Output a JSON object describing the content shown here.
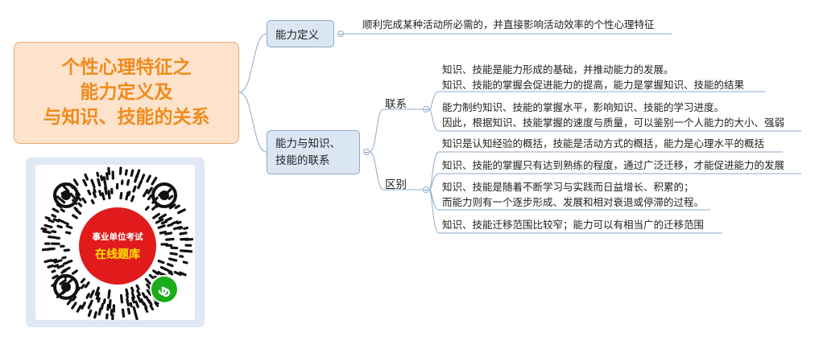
{
  "central_topic": {
    "lines": [
      "个性心理特征之",
      "能力定义及",
      "与知识、技能的关系"
    ]
  },
  "branches": {
    "definition": {
      "label": "能力定义",
      "text": "顺利完成某种活动所必需的，并直接影响活动效率的个性心理特征"
    },
    "relation": {
      "label_lines": [
        "能力与知识、",
        "技能的联系"
      ],
      "link": {
        "label": "联系",
        "items": [
          [
            "知识、技能是能力形成的基础，并推动能力的发展。",
            "知识、技能的掌握会促进能力的提高，能力是掌握知识、技能的结果"
          ],
          [
            "能力制约知识、技能的掌握水平，影响知识、技能的学习进度。",
            "因此，根据知识、技能掌握的速度与质量，可以鉴别一个人能力的大小、强弱"
          ]
        ]
      },
      "difference": {
        "label": "区别",
        "items": [
          [
            "知识是认知经验的概括，技能是活动方式的概括，能力是心理水平的概括"
          ],
          [
            "知识、技能的掌握只有达到熟练的程度，通过广泛迁移，才能促进能力的发展"
          ],
          [
            "知识、技能是随着不断学习与实践而日益增长、积累的；",
            "而能力则有一个逐步形成、发展和相对衰退或停滞的过程。"
          ],
          [
            "知识、技能迁移范围比较窄；能力可以有相当广的迁移范围"
          ]
        ]
      }
    }
  },
  "qr_badge": {
    "line1": "事业单位考试",
    "line2": "在线题库"
  },
  "colors": {
    "central_fill": "#fde3cc",
    "central_text": "#f08a1c",
    "node_fill": "#dbe6f3",
    "link_line": "#8ea9cb",
    "badge_red": "#e11b1b",
    "badge_yellow": "#ffe600",
    "miniprogram_green": "#1aad19"
  },
  "icons": [
    "collapse-toggle-icon",
    "qr-code",
    "mini-program-icon"
  ]
}
